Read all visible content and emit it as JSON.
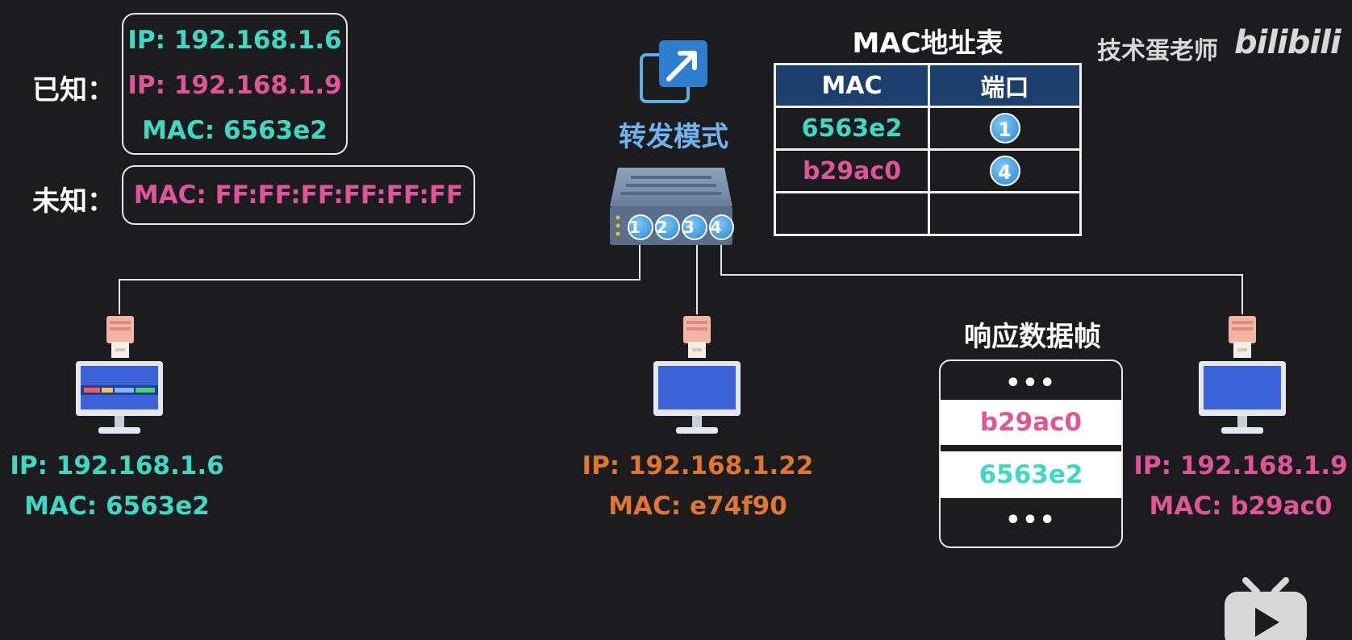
{
  "colors": {
    "cyan": "#3fd9c3",
    "magenta": "#e0559a",
    "orange": "#e0762f",
    "blue": "#6fb4f0",
    "header_blue": "#1d3f6d",
    "port_blue": "#2a86d6"
  },
  "known": {
    "label": "已知：",
    "lines": [
      "IP: 192.168.1.6",
      "IP: 192.168.1.9",
      "MAC: 6563e2"
    ]
  },
  "unknown": {
    "label": "未知：",
    "value": "MAC: FF:FF:FF:FF:FF:FF"
  },
  "switch": {
    "mode_label": "转发模式",
    "mode_icon": "forward-arrow-icon",
    "ports": [
      "1",
      "2",
      "3",
      "4"
    ]
  },
  "mac_table": {
    "title": "MAC地址表",
    "headers": [
      "MAC",
      "端口"
    ],
    "rows": [
      {
        "mac": "6563e2",
        "port": "1"
      },
      {
        "mac": "b29ac0",
        "port": "4"
      },
      {
        "mac": "",
        "port": ""
      }
    ]
  },
  "hosts": [
    {
      "ip": "IP: 192.168.1.6",
      "mac": "MAC: 6563e2"
    },
    {
      "ip": "IP: 192.168.1.22",
      "mac": "MAC: e74f90"
    },
    {
      "ip": "IP: 192.168.1.9",
      "mac": "MAC: b29ac0"
    }
  ],
  "frame": {
    "title": "响应数据帧",
    "dots_top": "•••",
    "dest_mac": "b29ac0",
    "src_mac": "6563e2",
    "dots_bottom": "•••"
  },
  "watermark": {
    "author": "技术蛋老师",
    "brand": "bilibili"
  }
}
